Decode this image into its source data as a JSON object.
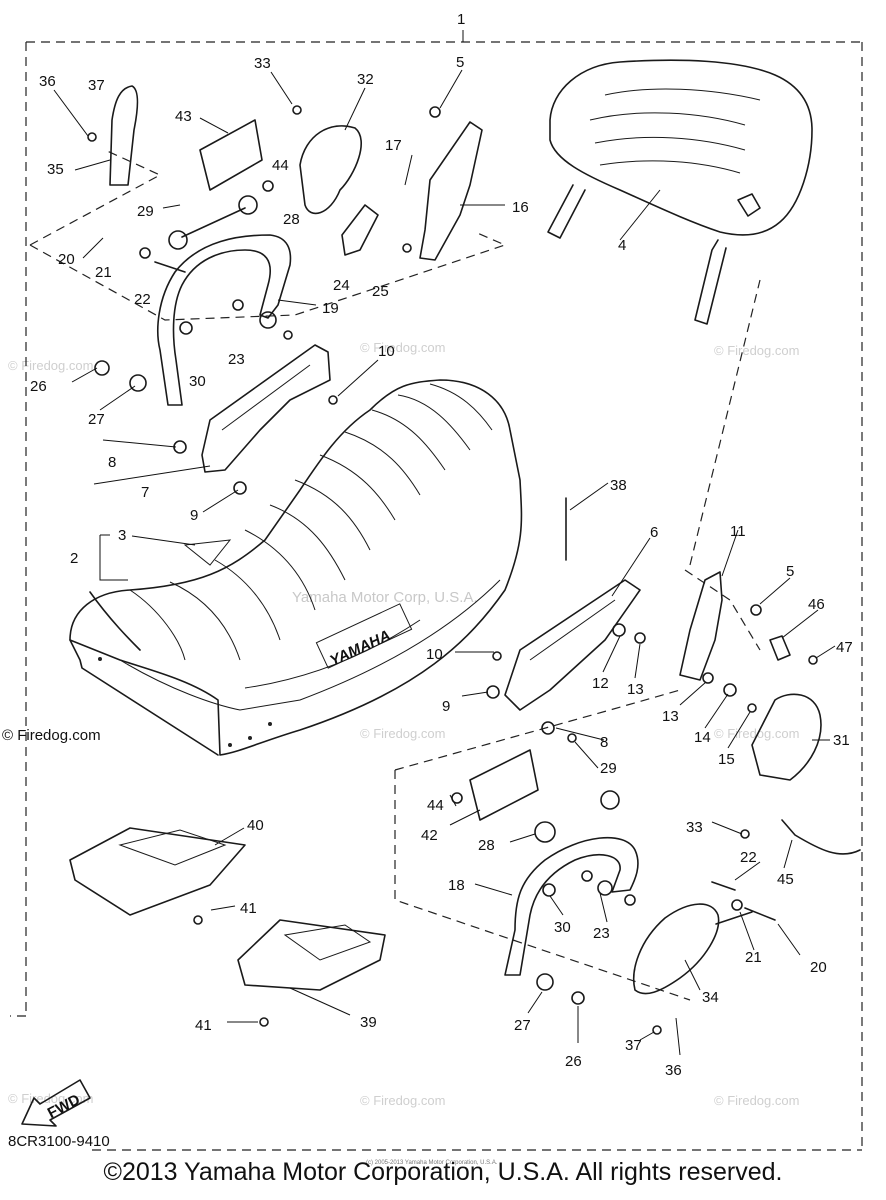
{
  "diagram": {
    "assembly_label": "1",
    "code": "8CR3100-9410",
    "fwd_label": "FWD",
    "seat_brand_text": "YAMAHA",
    "center_watermark": "Yamaha Motor Corp, U.S.A.",
    "watermark_text": "© Firedog.com",
    "small_copyright": "(c) 2005-2013 Yamaha Motor Corporation, U.S.A.",
    "copyright": "©2013 Yamaha Motor Corporation, U.S.A. All rights reserved."
  },
  "callouts": [
    {
      "name": "part-36",
      "text": "36"
    },
    {
      "name": "part-37",
      "text": "37"
    },
    {
      "name": "part-35",
      "text": "35"
    },
    {
      "name": "part-43",
      "text": "43"
    },
    {
      "name": "part-33",
      "text": "33"
    },
    {
      "name": "part-32",
      "text": "32"
    },
    {
      "name": "part-44",
      "text": "44"
    },
    {
      "name": "part-5",
      "text": "5"
    },
    {
      "name": "part-17",
      "text": "17"
    },
    {
      "name": "part-16",
      "text": "16"
    },
    {
      "name": "part-29",
      "text": "29"
    },
    {
      "name": "part-28",
      "text": "28"
    },
    {
      "name": "part-20",
      "text": "20"
    },
    {
      "name": "part-21",
      "text": "21"
    },
    {
      "name": "part-22",
      "text": "22"
    },
    {
      "name": "part-24",
      "text": "24"
    },
    {
      "name": "part-25",
      "text": "25"
    },
    {
      "name": "part-4",
      "text": "4"
    },
    {
      "name": "part-19",
      "text": "19"
    },
    {
      "name": "part-23",
      "text": "23"
    },
    {
      "name": "part-30",
      "text": "30"
    },
    {
      "name": "part-26",
      "text": "26"
    },
    {
      "name": "part-27",
      "text": "27"
    },
    {
      "name": "part-10",
      "text": "10"
    },
    {
      "name": "part-8",
      "text": "8"
    },
    {
      "name": "part-7",
      "text": "7"
    },
    {
      "name": "part-9",
      "text": "9"
    },
    {
      "name": "part-38",
      "text": "38"
    },
    {
      "name": "part-3",
      "text": "3"
    },
    {
      "name": "part-2",
      "text": "2"
    },
    {
      "name": "part-6",
      "text": "6"
    },
    {
      "name": "part-11",
      "text": "11"
    },
    {
      "name": "part-5b",
      "text": "5"
    },
    {
      "name": "part-46",
      "text": "46"
    },
    {
      "name": "part-47",
      "text": "47"
    },
    {
      "name": "part-10b",
      "text": "10"
    },
    {
      "name": "part-12",
      "text": "12"
    },
    {
      "name": "part-13",
      "text": "13"
    },
    {
      "name": "part-9b",
      "text": "9"
    },
    {
      "name": "part-13b",
      "text": "13"
    },
    {
      "name": "part-14",
      "text": "14"
    },
    {
      "name": "part-15",
      "text": "15"
    },
    {
      "name": "part-31",
      "text": "31"
    },
    {
      "name": "part-8b",
      "text": "8"
    },
    {
      "name": "part-29b",
      "text": "29"
    },
    {
      "name": "part-44b",
      "text": "44"
    },
    {
      "name": "part-42",
      "text": "42"
    },
    {
      "name": "part-33b",
      "text": "33"
    },
    {
      "name": "part-28b",
      "text": "28"
    },
    {
      "name": "part-40",
      "text": "40"
    },
    {
      "name": "part-22b",
      "text": "22"
    },
    {
      "name": "part-45",
      "text": "45"
    },
    {
      "name": "part-18",
      "text": "18"
    },
    {
      "name": "part-41",
      "text": "41"
    },
    {
      "name": "part-30b",
      "text": "30"
    },
    {
      "name": "part-23b",
      "text": "23"
    },
    {
      "name": "part-21b",
      "text": "21"
    },
    {
      "name": "part-20b",
      "text": "20"
    },
    {
      "name": "part-34",
      "text": "34"
    },
    {
      "name": "part-27b",
      "text": "27"
    },
    {
      "name": "part-26b",
      "text": "26"
    },
    {
      "name": "part-41b",
      "text": "41"
    },
    {
      "name": "part-39",
      "text": "39"
    },
    {
      "name": "part-37b",
      "text": "37"
    },
    {
      "name": "part-36b",
      "text": "36"
    }
  ]
}
